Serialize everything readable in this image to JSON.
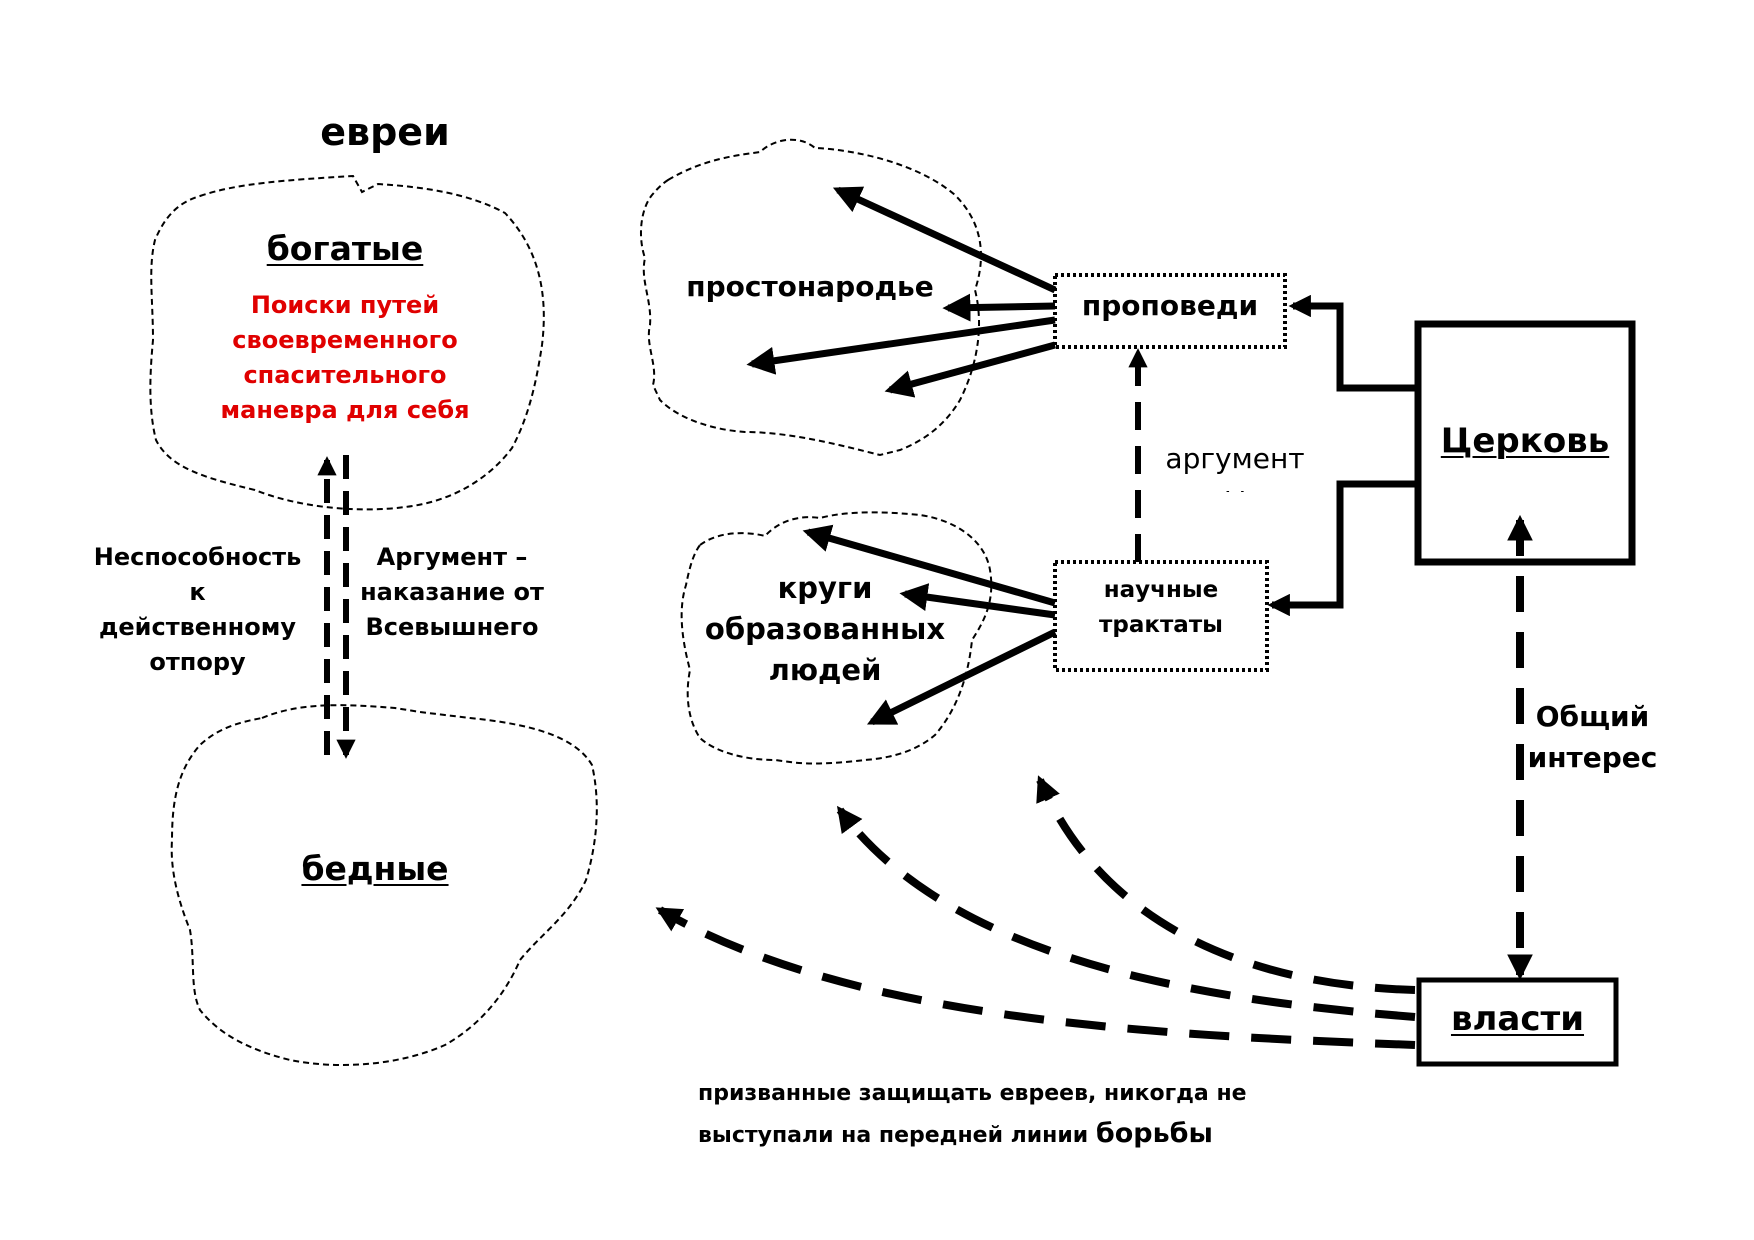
{
  "title": "евреи",
  "groups": {
    "rich": {
      "label": "богатые",
      "note": [
        "Поиски путей",
        "своевременного",
        "спасительного",
        "маневра для себя"
      ]
    },
    "poor": {
      "label": "бедные"
    },
    "commoners": {
      "label": "простонародье"
    },
    "educated": {
      "label": [
        "круги",
        "образованных",
        "людей"
      ]
    }
  },
  "nodes": {
    "sermons": {
      "label": "проповеди"
    },
    "treatises": {
      "label": [
        "научные",
        "трактаты"
      ]
    },
    "church": {
      "label": "Церковь"
    },
    "authorities": {
      "label": "власти"
    }
  },
  "edge_labels": {
    "inability": [
      "Неспособность",
      "к",
      "действенному",
      "отпору"
    ],
    "argument_punishment": [
      "Аргумент –",
      "наказание от",
      "Всевышнего"
    ],
    "arguments": "аргументы",
    "common_interest": [
      "Общий",
      "интерес"
    ]
  },
  "footer": {
    "line1": "призванные защищать евреев, никогда не",
    "line2_prefix": "выступали на передней линии ",
    "line2_suffix": "борьбы"
  },
  "colors": {
    "ink": "#000000",
    "accent": "#e00000",
    "background": "#ffffff"
  }
}
